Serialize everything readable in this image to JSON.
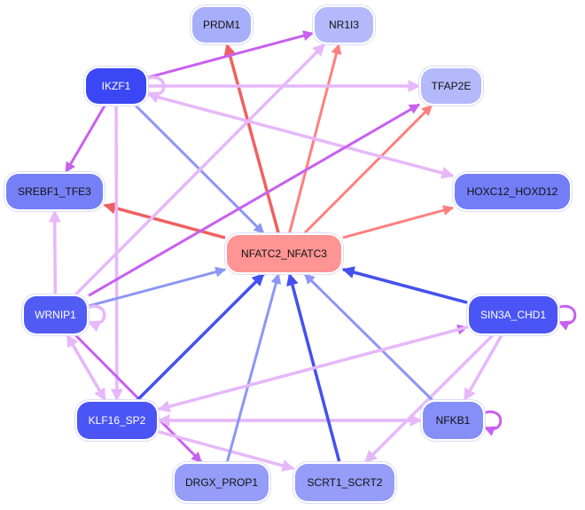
{
  "diagram": {
    "type": "gene regulatory network",
    "colors": {
      "activation_edge": "#ff7f7f",
      "activation_edge_strong": "#f06060",
      "repression_edge": "#4450ee",
      "repression_edge_light": "#8c96f5",
      "mixed_edge": "#c860f0",
      "mixed_edge_light": "#e6b8fa",
      "node_center": "#ff9494"
    },
    "nodes": [
      {
        "id": "PRDM1",
        "label": "PRDM1",
        "color": "#a7aef9",
        "dark": false
      },
      {
        "id": "NR1I3",
        "label": "NR1I3",
        "color": "#b3b9fa",
        "dark": false
      },
      {
        "id": "IKZF1",
        "label": "IKZF1",
        "color": "#3b47f5",
        "dark": true
      },
      {
        "id": "TFAP2E",
        "label": "TFAP2E",
        "color": "#b3b9fa",
        "dark": false
      },
      {
        "id": "SREBF1_TFE3",
        "label": "SREBF1_TFE3",
        "color": "#7680f6",
        "dark": false
      },
      {
        "id": "HOXC12_HOXD12",
        "label": "HOXC12_HOXD12",
        "color": "#737df6",
        "dark": false
      },
      {
        "id": "NFATC2_NFATC3",
        "label": "NFATC2_NFATC3",
        "color": "#ff9494",
        "dark": false
      },
      {
        "id": "WRNIP1",
        "label": "WRNIP1",
        "color": "#525cf5",
        "dark": true
      },
      {
        "id": "SIN3A_CHD1",
        "label": "SIN3A_CHD1",
        "color": "#4b55f5",
        "dark": true
      },
      {
        "id": "KLF16_SP2",
        "label": "KLF16_SP2",
        "color": "#4b55f5",
        "dark": true
      },
      {
        "id": "NFKB1",
        "label": "NFKB1",
        "color": "#858ff7",
        "dark": false
      },
      {
        "id": "DRGX_PROP1",
        "label": "DRGX_PROP1",
        "color": "#959df8",
        "dark": false
      },
      {
        "id": "SCRT1_SCRT2",
        "label": "SCRT1_SCRT2",
        "color": "#959df8",
        "dark": false
      }
    ],
    "edges": [
      {
        "from": "NFATC2_NFATC3",
        "to": "PRDM1",
        "kind": "activation_edge_strong"
      },
      {
        "from": "NFATC2_NFATC3",
        "to": "NR1I3",
        "kind": "activation_edge"
      },
      {
        "from": "NFATC2_NFATC3",
        "to": "TFAP2E",
        "kind": "activation_edge"
      },
      {
        "from": "NFATC2_NFATC3",
        "to": "HOXC12_HOXD12",
        "kind": "activation_edge"
      },
      {
        "from": "NFATC2_NFATC3",
        "to": "SREBF1_TFE3",
        "kind": "activation_edge_strong"
      },
      {
        "from": "IKZF1",
        "to": "NR1I3",
        "kind": "mixed_edge"
      },
      {
        "from": "IKZF1",
        "to": "TFAP2E",
        "kind": "mixed_edge_light"
      },
      {
        "from": "IKZF1",
        "to": "HOXC12_HOXD12",
        "kind": "mixed_edge_light"
      },
      {
        "from": "IKZF1",
        "to": "SREBF1_TFE3",
        "kind": "mixed_edge"
      },
      {
        "from": "IKZF1",
        "to": "NFATC2_NFATC3",
        "kind": "repression_edge_light"
      },
      {
        "from": "IKZF1",
        "to": "IKZF1",
        "kind": "mixed_edge_light"
      },
      {
        "from": "IKZF1",
        "to": "KLF16_SP2",
        "kind": "mixed_edge_light"
      },
      {
        "from": "WRNIP1",
        "to": "NR1I3",
        "kind": "mixed_edge_light"
      },
      {
        "from": "WRNIP1",
        "to": "TFAP2E",
        "kind": "mixed_edge"
      },
      {
        "from": "WRNIP1",
        "to": "NFATC2_NFATC3",
        "kind": "repression_edge_light"
      },
      {
        "from": "WRNIP1",
        "to": "SREBF1_TFE3",
        "kind": "mixed_edge_light"
      },
      {
        "from": "WRNIP1",
        "to": "WRNIP1",
        "kind": "mixed_edge_light"
      },
      {
        "from": "WRNIP1",
        "to": "DRGX_PROP1",
        "kind": "mixed_edge"
      },
      {
        "from": "WRNIP1",
        "to": "KLF16_SP2",
        "kind": "mixed_edge_light"
      },
      {
        "from": "KLF16_SP2",
        "to": "WRNIP1",
        "kind": "mixed_edge_light"
      },
      {
        "from": "KLF16_SP2",
        "to": "NFATC2_NFATC3",
        "kind": "repression_edge"
      },
      {
        "from": "KLF16_SP2",
        "to": "SIN3A_CHD1",
        "kind": "mixed_edge"
      },
      {
        "from": "KLF16_SP2",
        "to": "NFKB1",
        "kind": "mixed_edge_light"
      },
      {
        "from": "KLF16_SP2",
        "to": "SCRT1_SCRT2",
        "kind": "mixed_edge_light"
      },
      {
        "from": "SIN3A_CHD1",
        "to": "NFATC2_NFATC3",
        "kind": "repression_edge"
      },
      {
        "from": "SIN3A_CHD1",
        "to": "SIN3A_CHD1",
        "kind": "mixed_edge"
      },
      {
        "from": "SIN3A_CHD1",
        "to": "NFKB1",
        "kind": "mixed_edge_light"
      },
      {
        "from": "SIN3A_CHD1",
        "to": "SCRT1_SCRT2",
        "kind": "mixed_edge_light"
      },
      {
        "from": "NFKB1",
        "to": "NFATC2_NFATC3",
        "kind": "repression_edge_light"
      },
      {
        "from": "NFKB1",
        "to": "NFKB1",
        "kind": "mixed_edge"
      },
      {
        "from": "NFKB1",
        "to": "KLF16_SP2",
        "kind": "mixed_edge_light"
      },
      {
        "from": "DRGX_PROP1",
        "to": "NFATC2_NFATC3",
        "kind": "repression_edge_light"
      },
      {
        "from": "SCRT1_SCRT2",
        "to": "NFATC2_NFATC3",
        "kind": "repression_edge"
      },
      {
        "from": "SIN3A_CHD1",
        "to": "KLF16_SP2",
        "kind": "mixed_edge_light"
      }
    ]
  }
}
